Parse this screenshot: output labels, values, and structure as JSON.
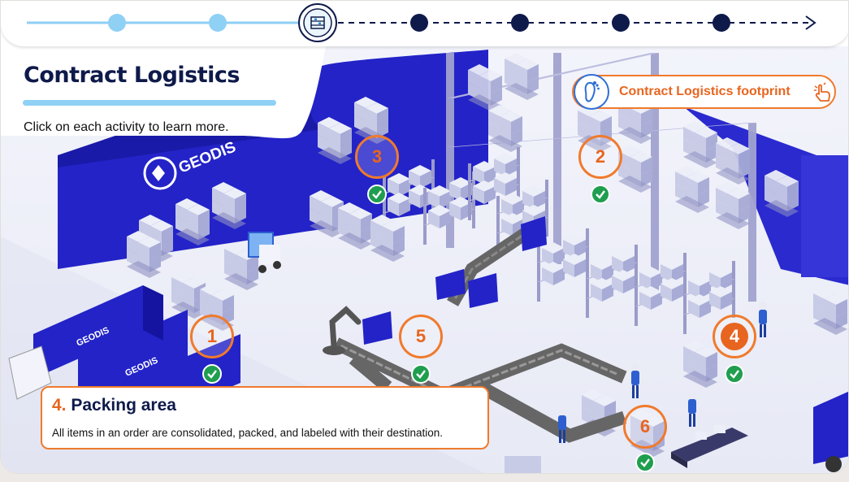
{
  "progress": {
    "steps": [
      {
        "state": "completed"
      },
      {
        "state": "completed"
      },
      {
        "state": "current",
        "icon": "warehouse-icon"
      },
      {
        "state": "upcoming"
      },
      {
        "state": "upcoming"
      },
      {
        "state": "upcoming"
      },
      {
        "state": "upcoming"
      }
    ],
    "colors": {
      "completed": "#8fd0f5",
      "upcoming": "#0e1a4a"
    }
  },
  "header": {
    "title": "Contract Logistics",
    "instruction": "Click on each activity to learn more."
  },
  "footprint_button": {
    "label": "Contract Logistics footprint",
    "icon": "footprint-icon",
    "hand_icon": "tap-hand-icon"
  },
  "scene": {
    "brand": "GEODIS",
    "truck_brand": "GEODIS"
  },
  "activities": [
    {
      "number": "1",
      "completed": true,
      "active": false
    },
    {
      "number": "2",
      "completed": true,
      "active": false
    },
    {
      "number": "3",
      "completed": true,
      "active": false
    },
    {
      "number": "4",
      "completed": true,
      "active": true
    },
    {
      "number": "5",
      "completed": true,
      "active": false
    },
    {
      "number": "6",
      "completed": true,
      "active": false
    }
  ],
  "info_panel": {
    "number_label": "4.",
    "title": "Packing area",
    "description": "All items in an order are consolidated, packed, and labeled with their destination."
  },
  "colors": {
    "accent_orange": "#e8651f",
    "brand_blue": "#2323c8",
    "navy": "#0e1a4a",
    "done_green": "#1f9e4f"
  }
}
